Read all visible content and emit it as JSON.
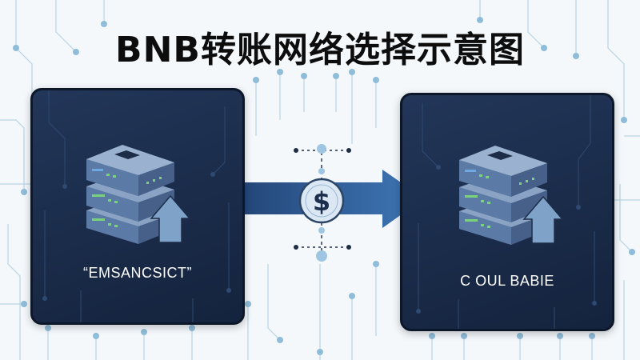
{
  "title": "BNB转账网络选择示意图",
  "source_node": {
    "label": "“EMSANCSICT”"
  },
  "destination_node": {
    "label": "C OUL BABIE"
  },
  "transfer": {
    "currency_symbol": "$"
  },
  "colors": {
    "panel": "#1b2c4a",
    "server_top": "#7d93b3",
    "server_body": "#536a8e",
    "led": "#7ad27a",
    "arrow": "#2f5e9a",
    "circuit": "#8fbcd8"
  }
}
